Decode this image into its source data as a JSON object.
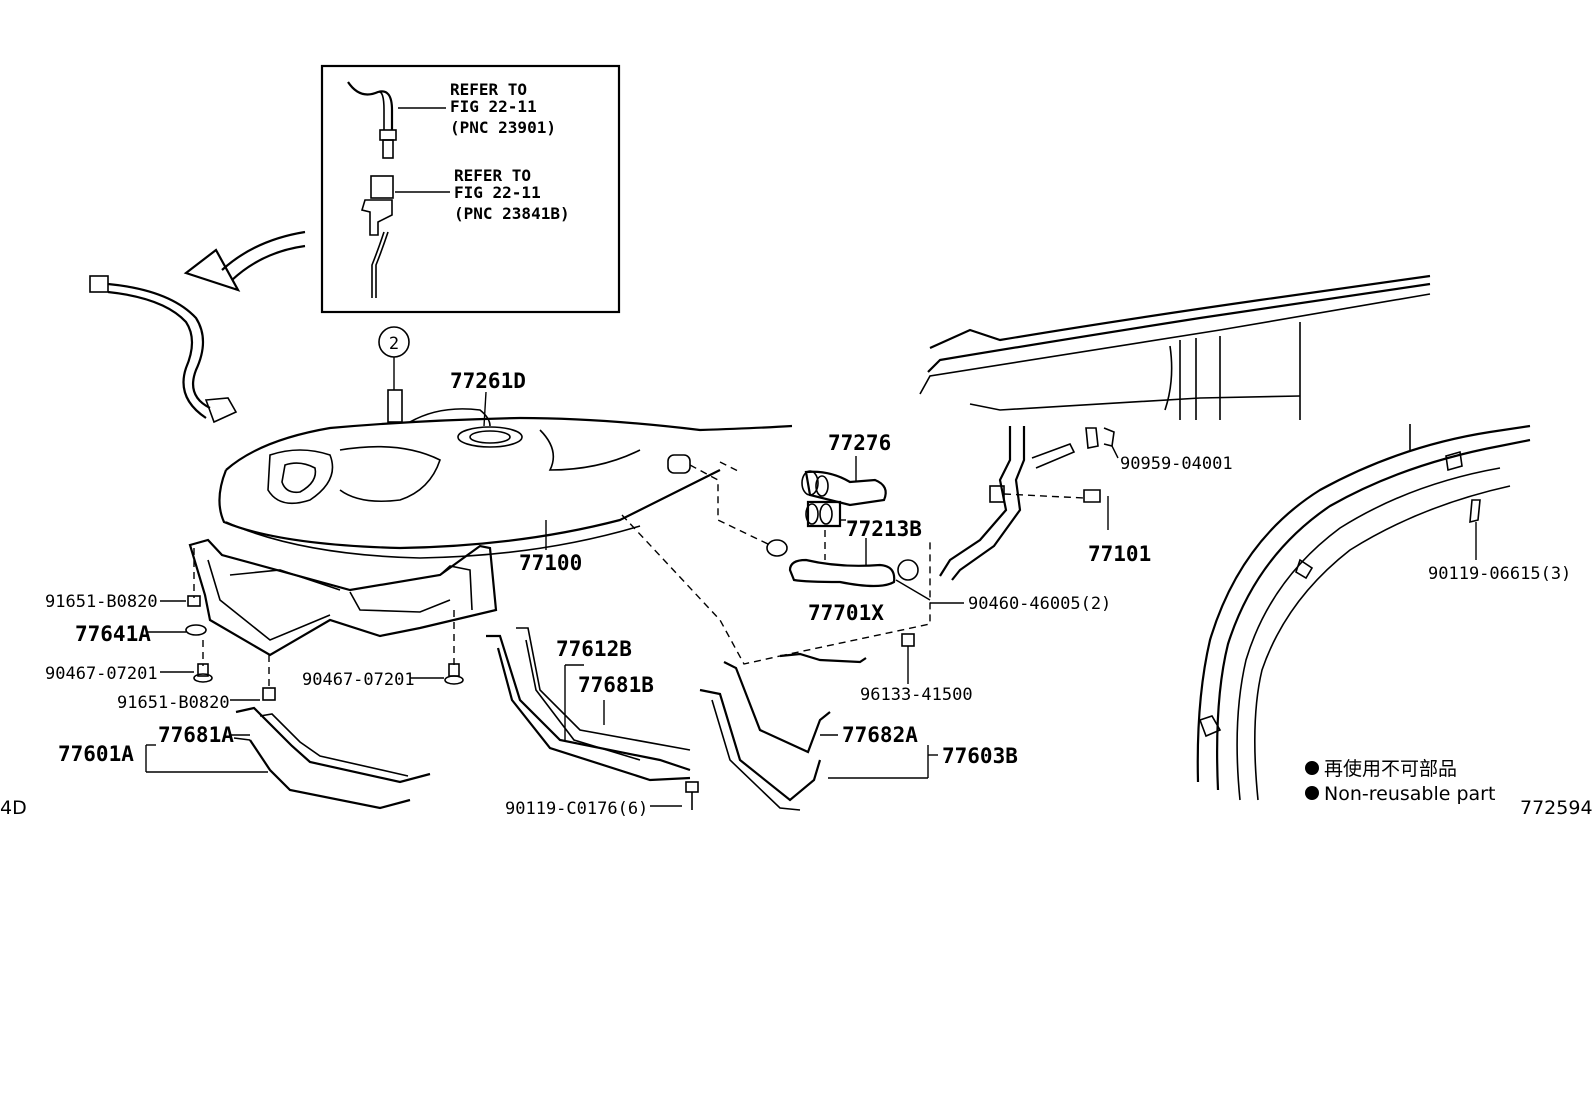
{
  "inset": {
    "refer1": {
      "line1": "REFER TO",
      "line2": "FIG 22-11",
      "line3": "(PNC 23901)"
    },
    "refer2": {
      "line1": "REFER TO",
      "line2": "FIG 22-11",
      "line3": "(PNC 23841B)"
    }
  },
  "callout_circle": "2",
  "parts": {
    "p77261D": "77261D",
    "p77100": "77100",
    "p77276": "77276",
    "p77213B": "77213B",
    "p77701X": "77701X",
    "p77101": "77101",
    "p90959": "90959-04001",
    "p90460": "90460-46005(2)",
    "p96133": "96133-41500",
    "p90119_06615": "90119-06615(3)",
    "p91651_a": "91651-B0820",
    "p77641A": "77641A",
    "p90467_a": "90467-07201",
    "p91651_b": "91651-B0820",
    "p90467_b": "90467-07201",
    "p77601A": "77601A",
    "p77681A": "77681A",
    "p77612B": "77612B",
    "p77681B": "77681B",
    "p90119_C0176": "90119-C0176(6)",
    "p77682A": "77682A",
    "p77603B": "77603B"
  },
  "legend": {
    "jp": "再使用不可部品",
    "en": "Non-reusable part"
  },
  "edge_left": "4D",
  "edge_right": "772594"
}
